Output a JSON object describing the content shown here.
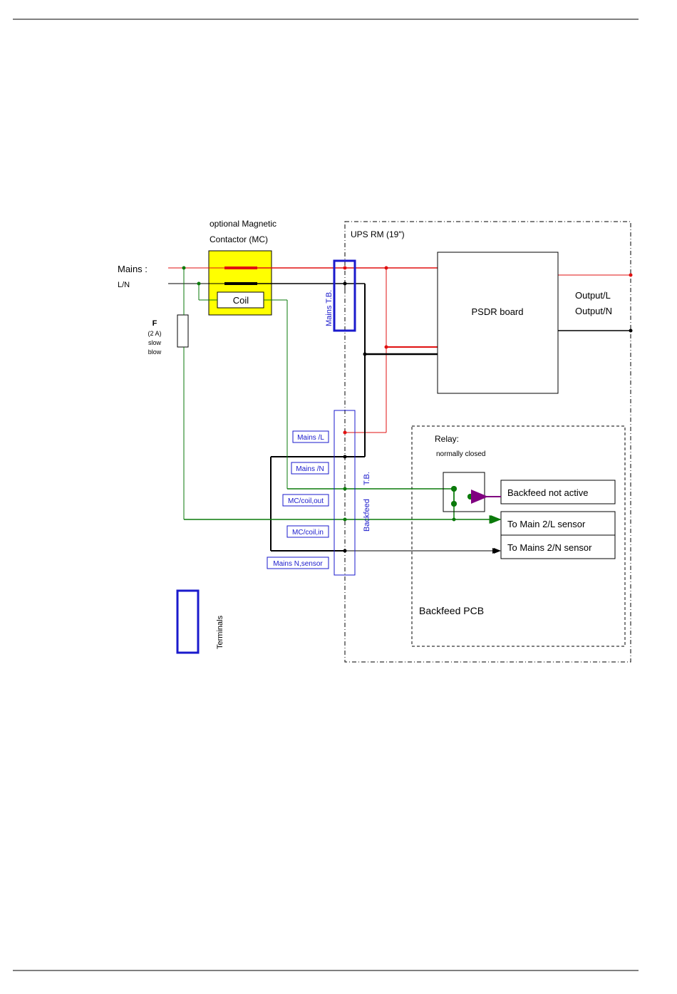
{
  "title": {
    "line1": "optional Magnetic",
    "line2": "Contactor (MC)"
  },
  "ups_label": "UPS RM (19\")",
  "mains": {
    "label": "Mains :",
    "ln": "L/N"
  },
  "fuse": {
    "name": "F",
    "rating": "(2 A)",
    "type1": "slow",
    "type2": "blow"
  },
  "coil_label": "Coil",
  "mains_tb_label": "Mains T.B.",
  "psdr_label": "PSDR board",
  "outputs": {
    "l": "Output/L",
    "n": "Output/N"
  },
  "relay": {
    "title": "Relay:",
    "subtitle": "normally closed"
  },
  "backfeed_tb": {
    "label1": "Backfeed",
    "label2": "T.B."
  },
  "terminals": [
    "Mains /L",
    "Mains /N",
    "MC/coil,out",
    "MC/coil,in",
    "Mains N,sensor"
  ],
  "boxes": {
    "not_active": "Backfeed not active",
    "main_l": "To Main 2/L sensor",
    "mains_n": "To Mains 2/N sensor"
  },
  "pcb_label": "Backfeed PCB",
  "legend_label": "Terminals",
  "colors": {
    "red": "#e01010",
    "black": "#000000",
    "green": "#0a7a0a",
    "blue": "#1a1acc",
    "yellow": "#ffff00",
    "purple": "#800080"
  }
}
